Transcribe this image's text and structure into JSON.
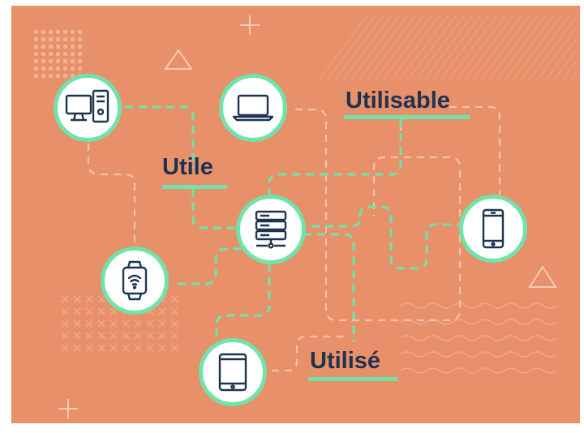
{
  "labels": {
    "utile": "Utile",
    "utilisable": "Utilisable",
    "utilise": "Utilisé"
  },
  "colors": {
    "background": "#E8906A",
    "accent": "#6FE3A9",
    "text": "#1E3350",
    "icon_stroke": "#1E3350",
    "faint": "#F4C3A7"
  },
  "devices": [
    {
      "name": "desktop-computer-icon"
    },
    {
      "name": "laptop-icon"
    },
    {
      "name": "server-icon"
    },
    {
      "name": "smartphone-icon"
    },
    {
      "name": "smartwatch-icon"
    },
    {
      "name": "tablet-icon"
    }
  ]
}
